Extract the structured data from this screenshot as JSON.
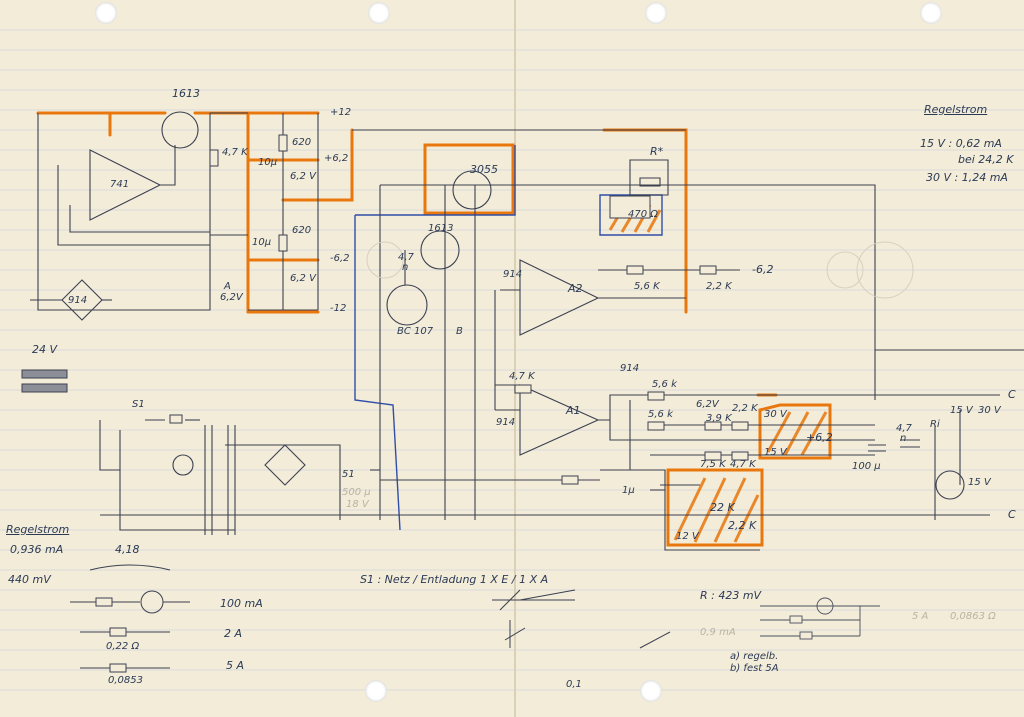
{
  "labels": {
    "ic_1613_top": "1613",
    "v_p12": "+12",
    "v_p62": "+6,2",
    "v_m62": "-6,2",
    "v_m12": "-12",
    "r620a": "620",
    "r620b": "620",
    "z62a": "6,2 V",
    "z62b": "6,2 V",
    "r47k_top": "4,7 K",
    "c10u_a": "10µ",
    "c10u_b": "10µ",
    "zA": "A",
    "zA_v": "6,2V",
    "opamp741": "741",
    "bridge914": "914",
    "v24": "24 V",
    "t3055": "3055",
    "t1613b": "1613",
    "c47n": "4,7",
    "c47n_n": "n",
    "bc107": "BC 107",
    "b_label": "B",
    "r_star": "R*",
    "r470": "470 Ω",
    "a2": "A2",
    "a1": "A1",
    "d914a": "914",
    "d914b": "914",
    "d914c": "914",
    "r56k_a": "5,6 K",
    "r22k_a": "2,2 K",
    "out_m62": "-6,2",
    "r47k_mid": "4,7 K",
    "r56k_b": "5,6 k",
    "r56k_c": "5,6 k",
    "z62v_c": "6,2V",
    "r39k": "3,9 K",
    "r22k_b": "2,2 K",
    "r75k": "7,5 K",
    "r47k_c": "4,7 K",
    "v30": "30 V",
    "v15": "15 V",
    "p62": "+6,2",
    "c100u": "100 µ",
    "c47n_b": "4,7",
    "c47n_b_n": "n",
    "ri": "Ri",
    "meter15v": "15 V",
    "sw30v": "30 V",
    "sw15v": "15 V",
    "term_c1": "C",
    "term_c2": "C",
    "r22k_c": "22 K",
    "r22k_d": "2,2 K",
    "z12v": "12 V",
    "c1u": "1µ",
    "s1": "S1",
    "c51": "51",
    "c_500u": "500 µ",
    "c_18v": "18 V",
    "reg_title": "Regelstrom",
    "reg_l1": "15 V : 0,62 mA",
    "reg_l2": "bei 24,2 K",
    "reg_l3": "30 V : 1,24 mA",
    "reg2_title": "Regelstrom",
    "reg2_val": "0,936 mA",
    "v_440": "440 mV",
    "v_418": "4,18",
    "i_100ma": "100 mA",
    "i_2a": "2 A",
    "i_5a": "5 A",
    "r022": "0,22 Ω",
    "r0853": "0,0853",
    "s1_note": "S1 :  Netz / Entladung  1 X E / 1 X A",
    "r_val": "R : 423 mV",
    "note_a": "a) regelb.",
    "note_b": "b) fest 5A",
    "note_01": "0,1",
    "ghost_5a": "5 A",
    "ghost_0863": "0,0863 Ω",
    "ghost_09ma": "0,9 mA"
  },
  "colors": {
    "pencil": "#3c4152",
    "pencil_faint": "#b8b2a2",
    "orange": "#e8770e",
    "blue": "#2f4ea8",
    "paper": "#f3ecd8",
    "rule": "#c9cfdc"
  }
}
